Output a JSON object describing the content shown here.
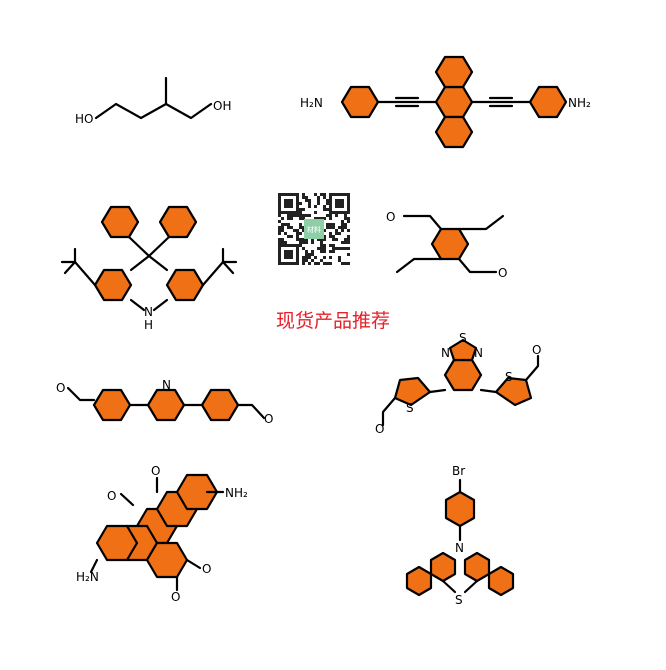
{
  "banner": "现货产品推荐",
  "qr": {
    "label": "材料"
  },
  "atoms": {
    "ho": "HO",
    "oh": "OH",
    "h2n": "H₂N",
    "nh2": "NH₂",
    "h": "H",
    "n": "N",
    "s": "S",
    "o": "O",
    "br": "Br"
  },
  "colors": {
    "fill": "#f07015",
    "stroke": "#000000",
    "banner": "#e8202a"
  }
}
